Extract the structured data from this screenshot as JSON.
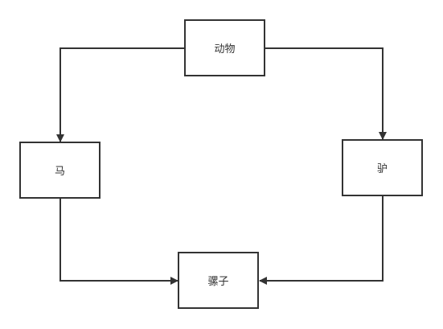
{
  "diagram": {
    "nodes": {
      "animal": "动物",
      "horse": "马",
      "donkey": "驴",
      "mule": "骡子"
    },
    "edges": [
      {
        "from": "animal",
        "to": "horse"
      },
      {
        "from": "animal",
        "to": "donkey"
      },
      {
        "from": "horse",
        "to": "mule"
      },
      {
        "from": "donkey",
        "to": "mule"
      }
    ],
    "colors": {
      "stroke": "#333333",
      "fill": "#ffffff",
      "text": "#333333"
    }
  }
}
